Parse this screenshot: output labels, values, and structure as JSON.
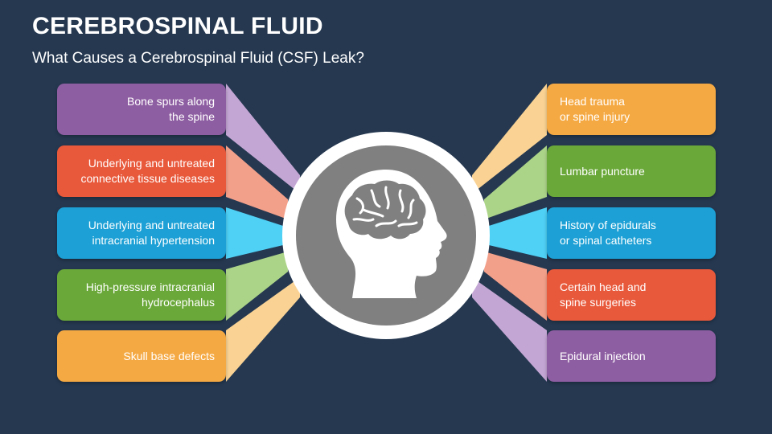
{
  "title": "CEREBROSPINAL FLUID",
  "subtitle": "What Causes a Cerebrospinal Fluid (CSF) Leak?",
  "center_icon": "head-brain-icon",
  "left_items": [
    {
      "label": "Bone spurs along\nthe spine",
      "color": "#8e5ea2"
    },
    {
      "label": "Underlying and untreated\nconnective tissue diseases",
      "color": "#e8583a"
    },
    {
      "label": "Underlying and untreated\nintracranial hypertension",
      "color": "#1ca0d5"
    },
    {
      "label": "High-pressure intracranial\nhydrocephalus",
      "color": "#6aa839"
    },
    {
      "label": "Skull base defects",
      "color": "#f5a943"
    }
  ],
  "right_items": [
    {
      "label": "Head trauma\nor spine injury",
      "color": "#f5a943"
    },
    {
      "label": "Lumbar puncture",
      "color": "#6aa839"
    },
    {
      "label": "History of epidurals\nor spinal catheters",
      "color": "#1ca0d5"
    },
    {
      "label": "Certain head and\nspine surgeries",
      "color": "#e8583a"
    },
    {
      "label": "Epidural injection",
      "color": "#8e5ea2"
    }
  ]
}
